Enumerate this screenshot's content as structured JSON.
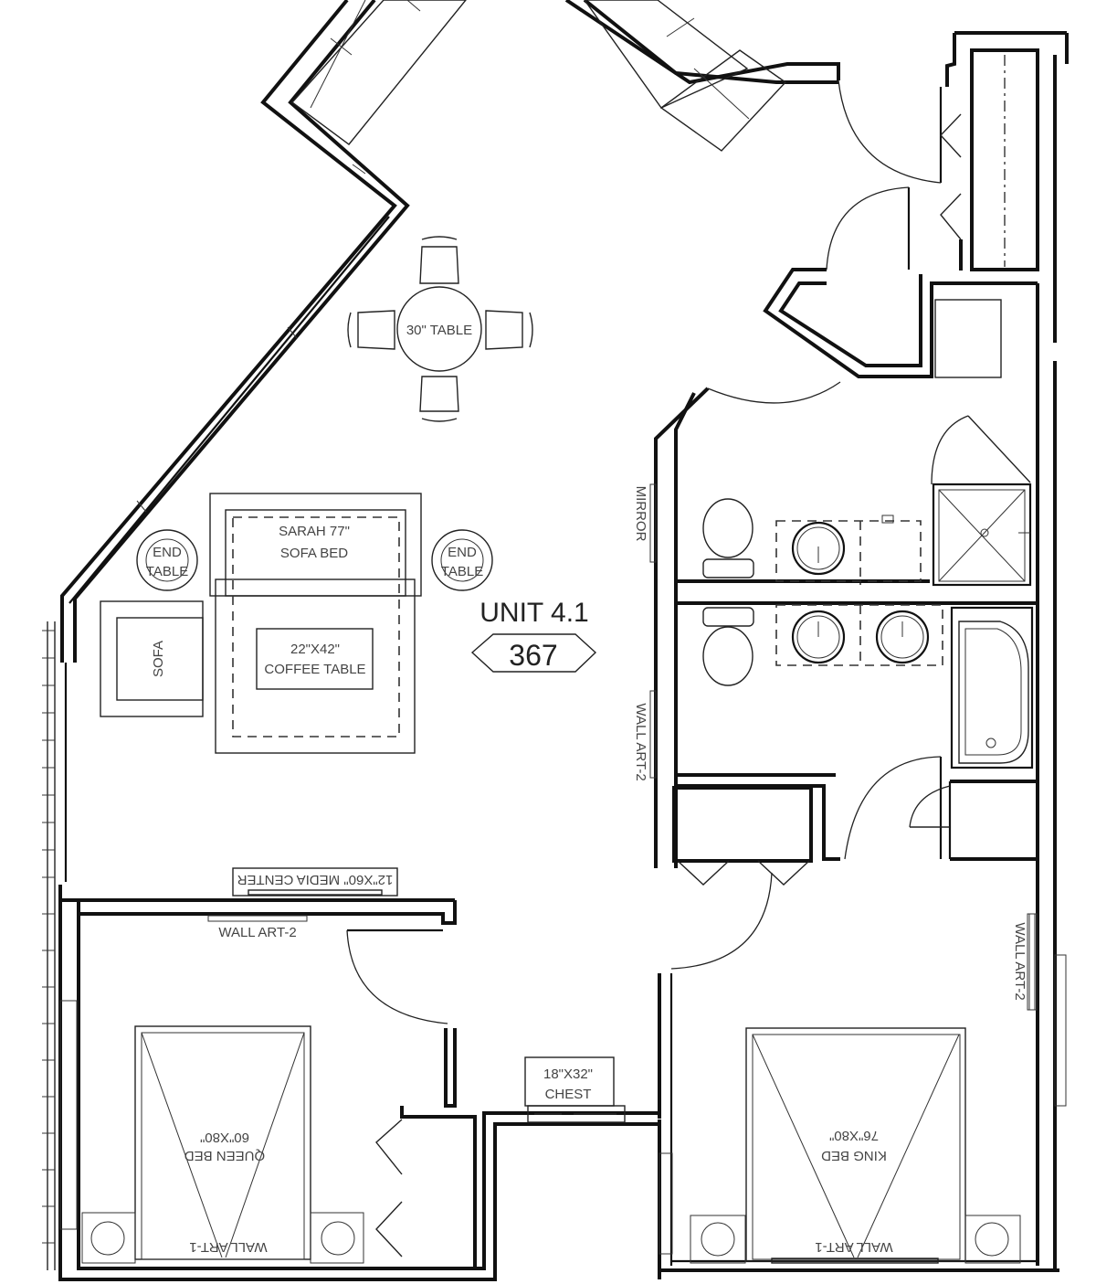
{
  "plan": {
    "unit_label": "UNIT 4.1",
    "unit_area": "367",
    "furniture": {
      "dining_table": "30\" TABLE",
      "sofa_bed_line1": "SARAH 77\"",
      "sofa_bed_line2": "SOFA BED",
      "end_table_left_line1": "END",
      "end_table_left_line2": "TABLE",
      "end_table_right_line1": "END",
      "end_table_right_line2": "TABLE",
      "sofa": "SOFA",
      "coffee_table_line1": "22\"X42\"",
      "coffee_table_line2": "COFFEE TABLE",
      "media_center": "12\"X60\" MEDIA CENTER",
      "chest_line1": "18\"X32\"",
      "chest_line2": "CHEST",
      "queen_bed_line1": "60\"X80\"",
      "queen_bed_line2": "QUEEN BED",
      "king_bed_line1": "76\"X80\"",
      "king_bed_line2": "KING BED"
    },
    "wall_items": {
      "mirror": "MIRROR",
      "wall_art_living": "WALL ART-2",
      "wall_art_hall": "WALL ART-2",
      "wall_art_king": "WALL ART-2",
      "wall_art_queen_headboard": "WALL ART-1",
      "wall_art_king_headboard": "WALL ART-1"
    }
  }
}
